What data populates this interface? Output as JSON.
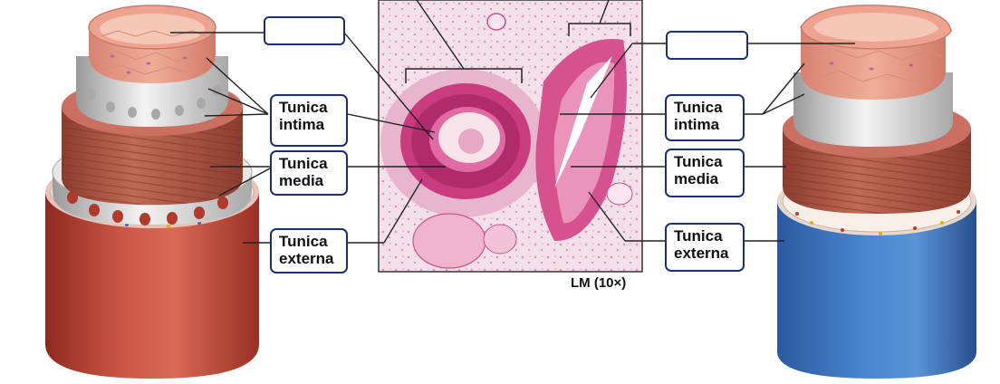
{
  "labels": {
    "left_intima": {
      "line1": "Tunica",
      "line2": "intima"
    },
    "left_media": {
      "line1": "Tunica",
      "line2": "media"
    },
    "left_externa": {
      "line1": "Tunica",
      "line2": "externa"
    },
    "right_intima": {
      "line1": "Tunica",
      "line2": "intima"
    },
    "right_media": {
      "line1": "Tunica",
      "line2": "media"
    },
    "right_externa": {
      "line1": "Tunica",
      "line2": "externa"
    },
    "blank_left": "",
    "blank_right": ""
  },
  "micrograph": {
    "magnification": "LM (10×)"
  },
  "colors": {
    "label_border": "#1d2f6b",
    "leader_line": "#222222",
    "artery_externa": "#c64a3c",
    "vein_externa": "#3f78c0",
    "media_muscle": "#b35a48",
    "intima_endothelium": "#e59a86",
    "elastic_membrane": "#e3e3e3",
    "histology_stain": "#d2468c"
  }
}
